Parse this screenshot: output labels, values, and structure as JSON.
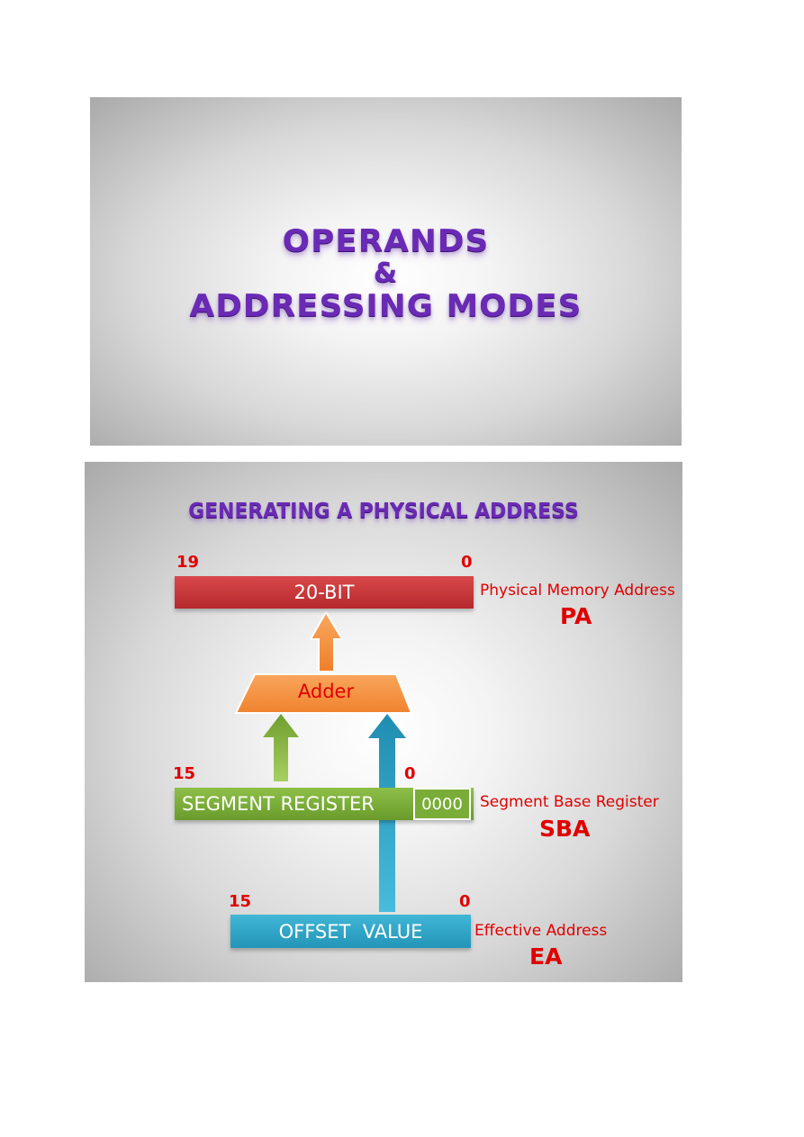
{
  "slide1": {
    "title_line1": "OPERANDS",
    "title_line2": "&",
    "title_line3": "ADDRESSING MODES"
  },
  "slide2": {
    "title": "GENERATING A PHYSICAL ADDRESS",
    "pa_bar": {
      "label": "20-BIT",
      "bit_high": "19",
      "bit_low": "0",
      "description": "Physical Memory Address",
      "abbr": "PA"
    },
    "adder_label": "Adder",
    "segment_bar": {
      "label": "SEGMENT REGISTER",
      "suffix": "0000",
      "bit_high": "15",
      "bit_low": "0",
      "description": "Segment Base Register",
      "abbr": "SBA"
    },
    "offset_bar": {
      "label": "OFFSET  VALUE",
      "bit_high": "15",
      "bit_low": "0",
      "description": "Effective Address",
      "abbr": "EA"
    },
    "colors": {
      "title": "#6a2ab5",
      "pa_bar": "#c63538",
      "segment_bar": "#7aad38",
      "offset_bar": "#2ea6c9",
      "adder": "#f28c3a",
      "labels": "#e00000"
    }
  }
}
